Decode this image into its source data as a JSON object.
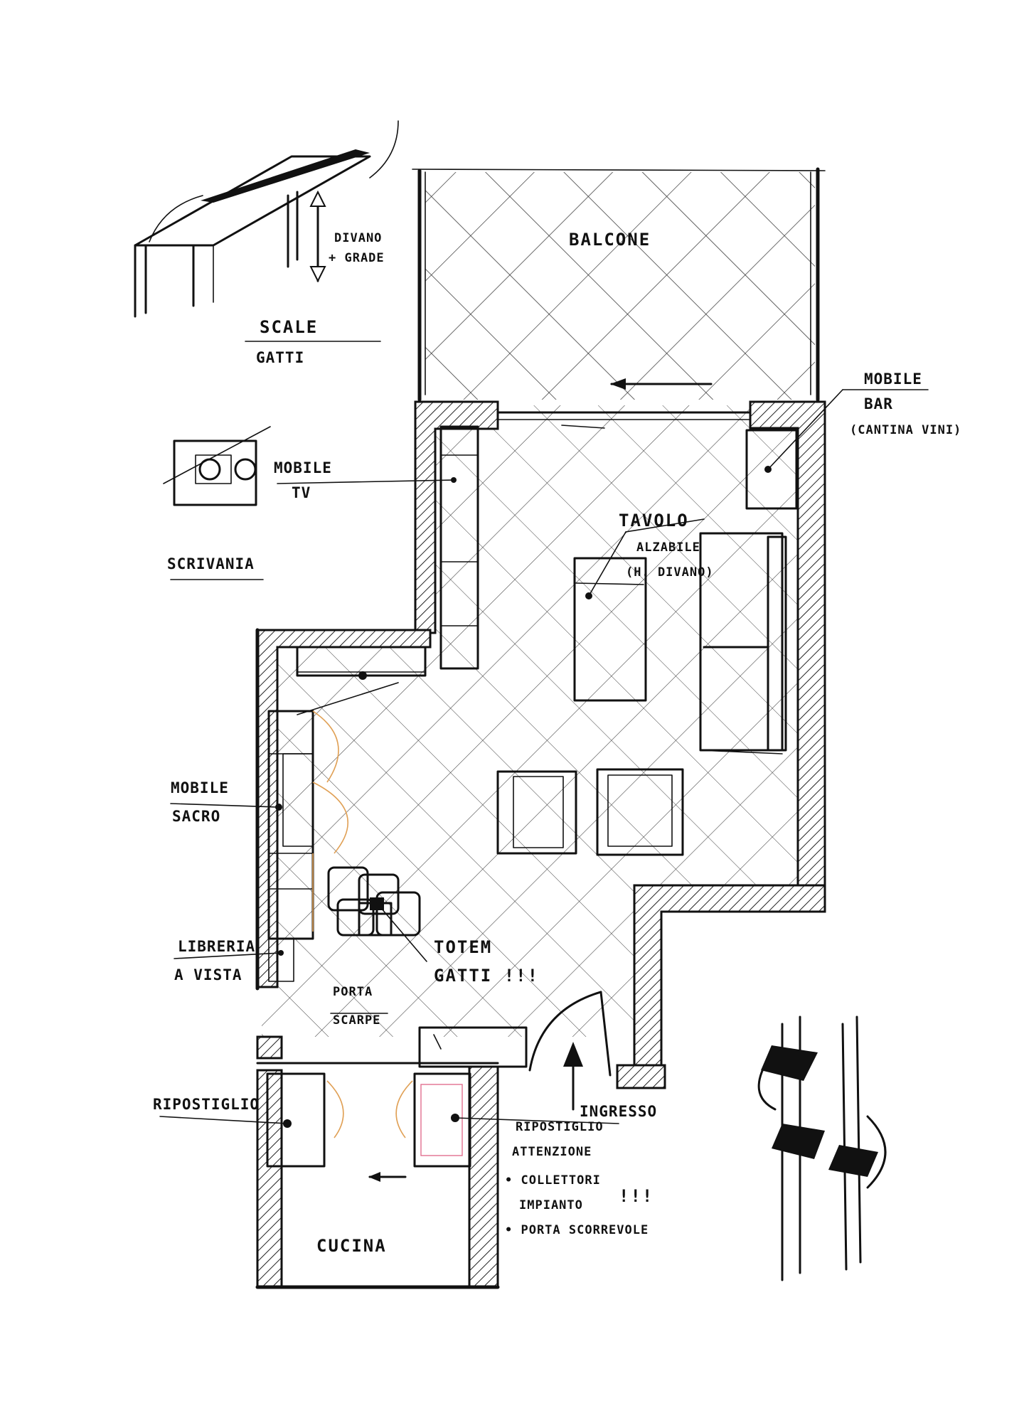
{
  "labels": {
    "balcone": "BALCONE",
    "mobile_bar": "MOBILE",
    "mobile_bar_2": "BAR",
    "mobile_bar_3": "(CANTINA VINI)",
    "tavolo": "TAVOLO",
    "tavolo_2": "ALZABILE",
    "tavolo_3": "(H. DIVANO)",
    "divano": "DIVANO",
    "divano_2": "+ GRADE",
    "scale": "SCALE",
    "scale_2": "GATTI",
    "mobile_tv": "MOBILE",
    "mobile_tv_2": "TV",
    "scrivania": "SCRIVANIA",
    "mobile_sacro": "MOBILE",
    "mobile_sacro_2": "SACRO",
    "libreria": "LIBRERIA",
    "libreria_2": "A VISTA",
    "totem": "TOTEM",
    "totem_2": "GATTI !!!",
    "porta": "PORTA",
    "porta_2": "SCARPE",
    "ripostiglio": "RIPOSTIGLIO",
    "ripostiglio_2": "RIPOSTIGLIO",
    "attenzione": "ATTENZIONE",
    "collettori": "• COLLETTORI",
    "impianto": "IMPIANTO",
    "esclam": "!!!",
    "porta_scorrevole": "• PORTA SCORREVOLE",
    "ingresso": "INGRESSO",
    "cucina": "CUCINA"
  }
}
